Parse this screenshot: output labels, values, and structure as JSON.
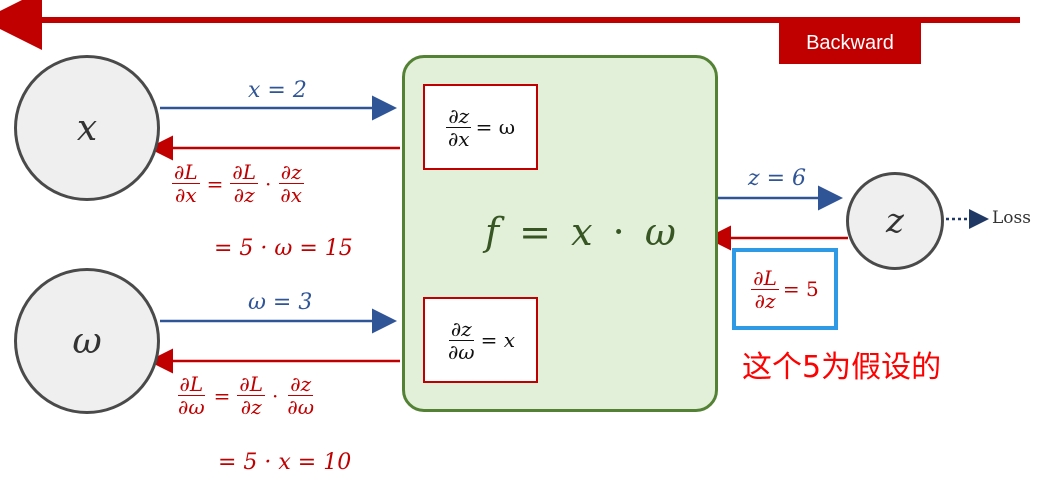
{
  "badge": {
    "label": "Backward"
  },
  "nodes": {
    "x": "x",
    "omega": "ω",
    "z": "z"
  },
  "loss_label": "Loss",
  "function_label": {
    "f": "f",
    "eq": "=",
    "x": "x",
    "dot": "·",
    "w": "ω"
  },
  "forward": {
    "x_label": "x = 2",
    "omega_label": "ω = 3",
    "z_label": "z = 6"
  },
  "local_derivs": {
    "dz_dx": {
      "num": "∂z",
      "den": "∂x",
      "rhs": "= ω"
    },
    "dz_dw": {
      "num": "∂z",
      "den": "∂ω",
      "rhs": "= x"
    }
  },
  "upstream": {
    "num": "∂L",
    "den": "∂z",
    "rhs": "= 5"
  },
  "grad_x": {
    "lhs_num": "∂L",
    "lhs_den": "∂x",
    "f1_num": "∂L",
    "f1_den": "∂z",
    "f2_num": "∂z",
    "f2_den": "∂x",
    "line2": "= 5 · ω = 15"
  },
  "grad_w": {
    "lhs_num": "∂L",
    "lhs_den": "∂ω",
    "f1_num": "∂L",
    "f1_den": "∂z",
    "f2_num": "∂z",
    "f2_den": "∂ω",
    "line2": "= 5 · x = 10"
  },
  "note": "这个5为假设的",
  "colors": {
    "forward": "#2f5597",
    "backward": "#c00000",
    "box_fill": "#e2efd9",
    "box_border": "#548235",
    "highlight": "#2e9ae6"
  }
}
